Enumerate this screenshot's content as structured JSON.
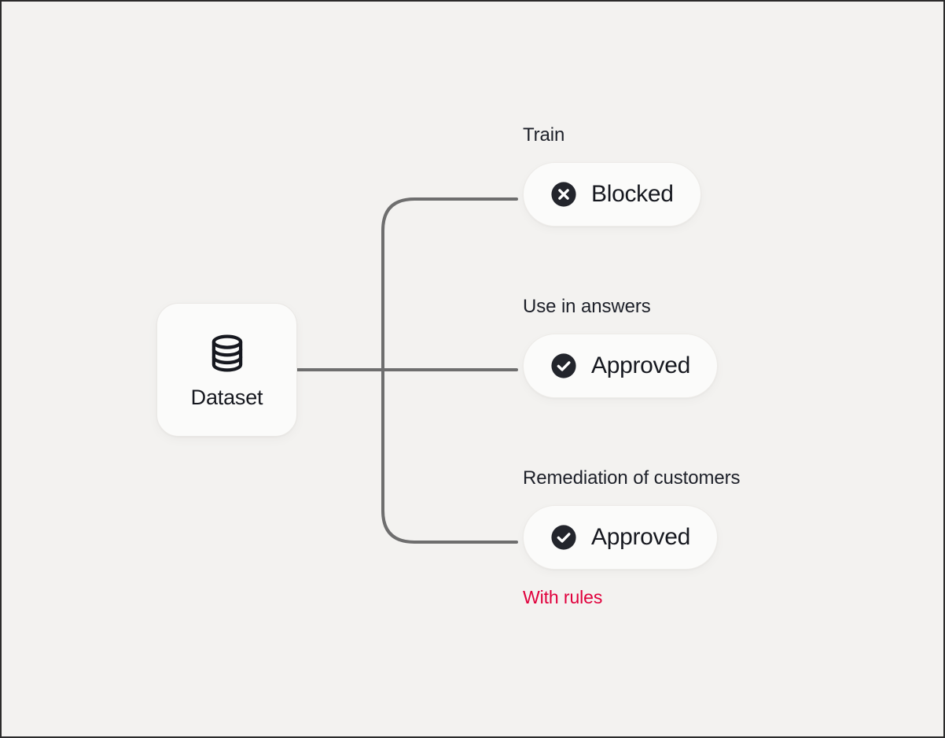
{
  "diagram": {
    "type": "permissions-branch-diagram",
    "background_color": "#F3F2F0",
    "accent_color": "#E0003C",
    "text_color": "#16181F",
    "connector_color": "#6E6E6E",
    "source": {
      "label": "Dataset",
      "icon": "database-icon"
    },
    "branches": [
      {
        "title": "Train",
        "status": "Blocked",
        "status_icon": "x-circle-icon",
        "note": null
      },
      {
        "title": "Use in answers",
        "status": "Approved",
        "status_icon": "check-circle-icon",
        "note": null
      },
      {
        "title": "Remediation of customers",
        "status": "Approved",
        "status_icon": "check-circle-icon",
        "note": "With rules"
      }
    ]
  }
}
